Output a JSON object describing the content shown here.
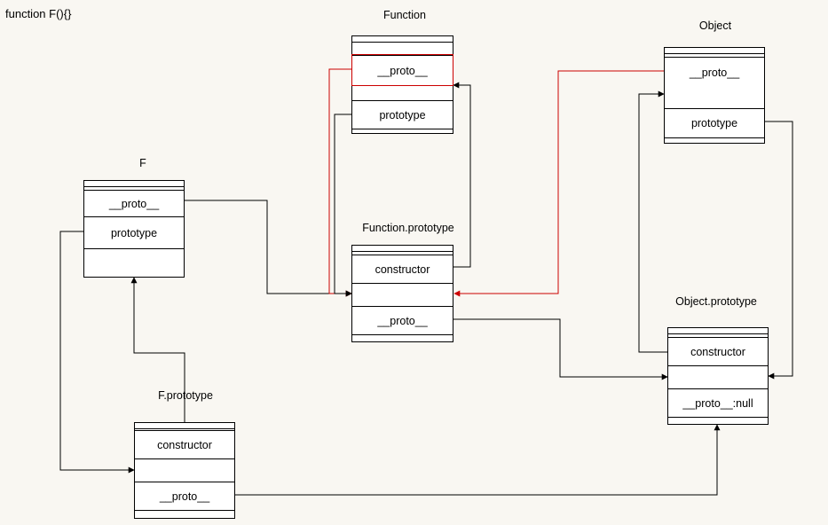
{
  "note": "function F(){}",
  "colors": {
    "background": "#f9f7f2",
    "line": "#000000",
    "highlight": "#cc0000"
  },
  "nodes": {
    "function": {
      "title": "Function",
      "proto_label": "__proto__",
      "prototype_label": "prototype"
    },
    "object": {
      "title": "Object",
      "proto_label": "__proto__",
      "prototype_label": "prototype"
    },
    "f": {
      "title": "F",
      "proto_label": "__proto__",
      "prototype_label": "prototype"
    },
    "function_prototype": {
      "title": "Function.prototype",
      "constructor_label": "constructor",
      "proto_label": "__proto__"
    },
    "object_prototype": {
      "title": "Object.prototype",
      "constructor_label": "constructor",
      "proto_label": "__proto__:null"
    },
    "f_prototype": {
      "title": "F.prototype",
      "constructor_label": "constructor",
      "proto_label": "__proto__"
    }
  },
  "edges": [
    {
      "from": "F.__proto__",
      "to": "Function.prototype",
      "color": "black"
    },
    {
      "from": "F.prototype",
      "to": "F.prototype",
      "color": "black"
    },
    {
      "from": "F.prototype.constructor",
      "to": "F",
      "color": "black"
    },
    {
      "from": "F.prototype.__proto__",
      "to": "Object.prototype",
      "color": "black"
    },
    {
      "from": "Function.__proto__",
      "to": "Function.prototype",
      "color": "red"
    },
    {
      "from": "Function.prototype",
      "to": "Function.prototype",
      "color": "black"
    },
    {
      "from": "Function.prototype.constructor",
      "to": "Function",
      "color": "black"
    },
    {
      "from": "Function.prototype.__proto__",
      "to": "Object.prototype",
      "color": "black"
    },
    {
      "from": "Object.__proto__",
      "to": "Function.prototype",
      "color": "red"
    },
    {
      "from": "Object.prototype",
      "to": "Object.prototype",
      "color": "black"
    },
    {
      "from": "Object.prototype.constructor",
      "to": "Object",
      "color": "black"
    }
  ]
}
